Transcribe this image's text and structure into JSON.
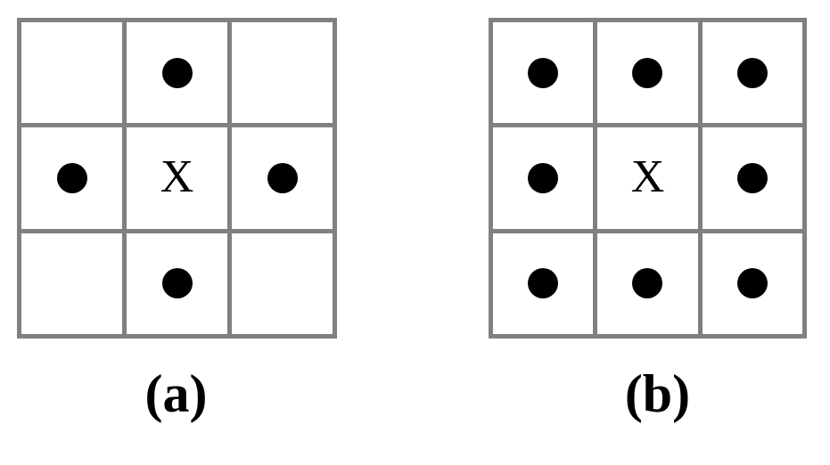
{
  "figure": {
    "description": "Two 3x3 pixel neighborhood diagrams showing connectivity of a center pixel X",
    "grid_line_color": "#808080",
    "dot_color": "#000000",
    "background_color": "#ffffff",
    "center_marker": "X"
  },
  "panels": [
    {
      "id": "a",
      "caption": "(a)",
      "name": "four-connected-neighborhood",
      "rows": [
        [
          {
            "symbol": "",
            "type": "empty"
          },
          {
            "symbol": "●",
            "type": "dot"
          },
          {
            "symbol": "",
            "type": "empty"
          }
        ],
        [
          {
            "symbol": "●",
            "type": "dot"
          },
          {
            "symbol": "X",
            "type": "center"
          },
          {
            "symbol": "●",
            "type": "dot"
          }
        ],
        [
          {
            "symbol": "",
            "type": "empty"
          },
          {
            "symbol": "●",
            "type": "dot"
          },
          {
            "symbol": "",
            "type": "empty"
          }
        ]
      ],
      "dot_count": 4
    },
    {
      "id": "b",
      "caption": "(b)",
      "name": "eight-connected-neighborhood",
      "rows": [
        [
          {
            "symbol": "●",
            "type": "dot"
          },
          {
            "symbol": "●",
            "type": "dot"
          },
          {
            "symbol": "●",
            "type": "dot"
          }
        ],
        [
          {
            "symbol": "●",
            "type": "dot"
          },
          {
            "symbol": "X",
            "type": "center"
          },
          {
            "symbol": "●",
            "type": "dot"
          }
        ],
        [
          {
            "symbol": "●",
            "type": "dot"
          },
          {
            "symbol": "●",
            "type": "dot"
          },
          {
            "symbol": "●",
            "type": "dot"
          }
        ]
      ],
      "dot_count": 8
    }
  ]
}
